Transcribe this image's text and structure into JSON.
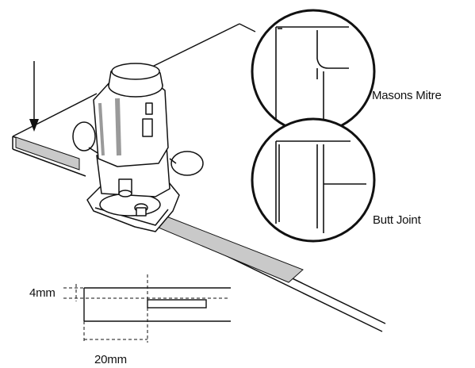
{
  "labels": {
    "masons_mitre": "Masons Mitre",
    "butt_joint": "Butt Joint",
    "depth": "4mm",
    "width": "20mm"
  },
  "colors": {
    "line": "#111111",
    "groove_fill": "#c9c9c9",
    "router_shade": "#9a9a9a",
    "background": "#ffffff"
  },
  "icons": {
    "router": "plunge-router-icon",
    "pointer": "down-arrow-icon"
  }
}
